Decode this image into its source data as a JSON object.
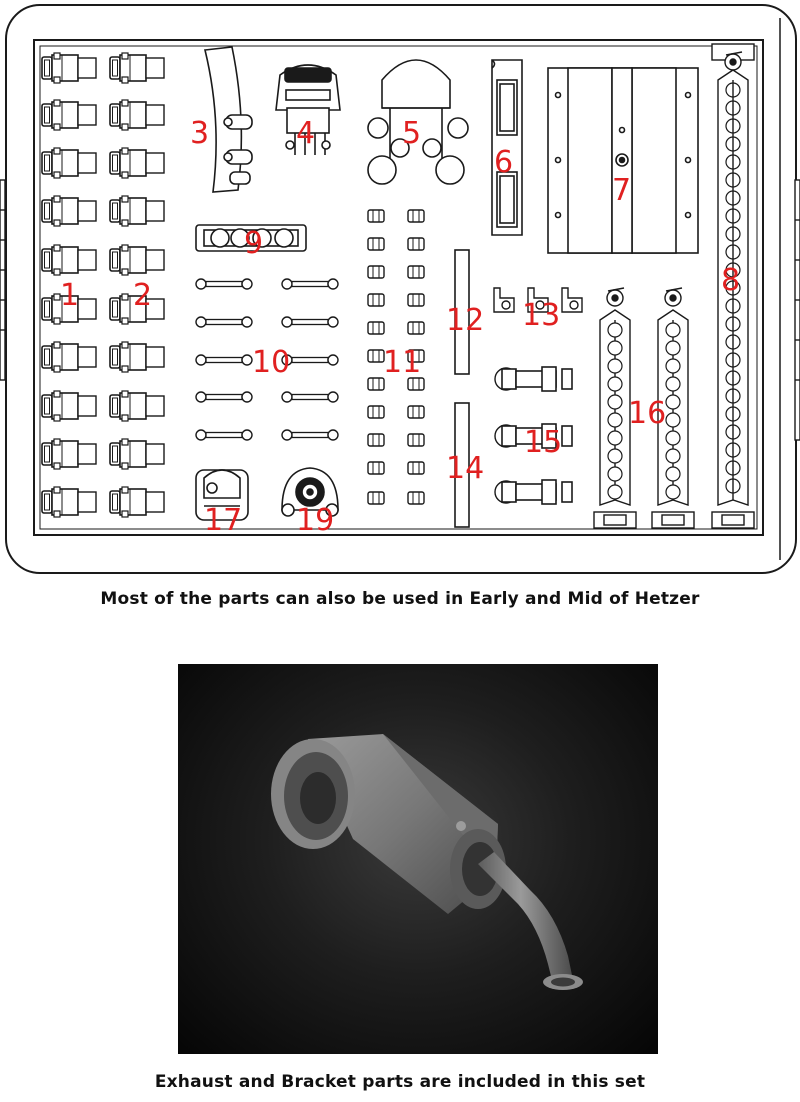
{
  "part_labels": [
    {
      "id": "p1",
      "text": "1"
    },
    {
      "id": "p2",
      "text": "2"
    },
    {
      "id": "p3",
      "text": "3"
    },
    {
      "id": "p4",
      "text": "4"
    },
    {
      "id": "p5",
      "text": "5"
    },
    {
      "id": "p6",
      "text": "6"
    },
    {
      "id": "p7",
      "text": "7"
    },
    {
      "id": "p8",
      "text": "8"
    },
    {
      "id": "p9",
      "text": "9"
    },
    {
      "id": "p10",
      "text": "10"
    },
    {
      "id": "p11",
      "text": "11"
    },
    {
      "id": "p12",
      "text": "12"
    },
    {
      "id": "p13",
      "text": "13"
    },
    {
      "id": "p14",
      "text": "14"
    },
    {
      "id": "p15",
      "text": "15"
    },
    {
      "id": "p16",
      "text": "16"
    },
    {
      "id": "p17",
      "text": "17"
    },
    {
      "id": "p19",
      "text": "19"
    }
  ],
  "captions": {
    "top": "Most of the parts can also be used in Early and Mid of Hetzer",
    "bottom": "Exhaust and Bracket parts are included in this set"
  },
  "colors": {
    "label_red": "#e02020",
    "line": "#1a1a1a",
    "render_bg": "#111111",
    "model_gray": "#7a7a7a"
  }
}
